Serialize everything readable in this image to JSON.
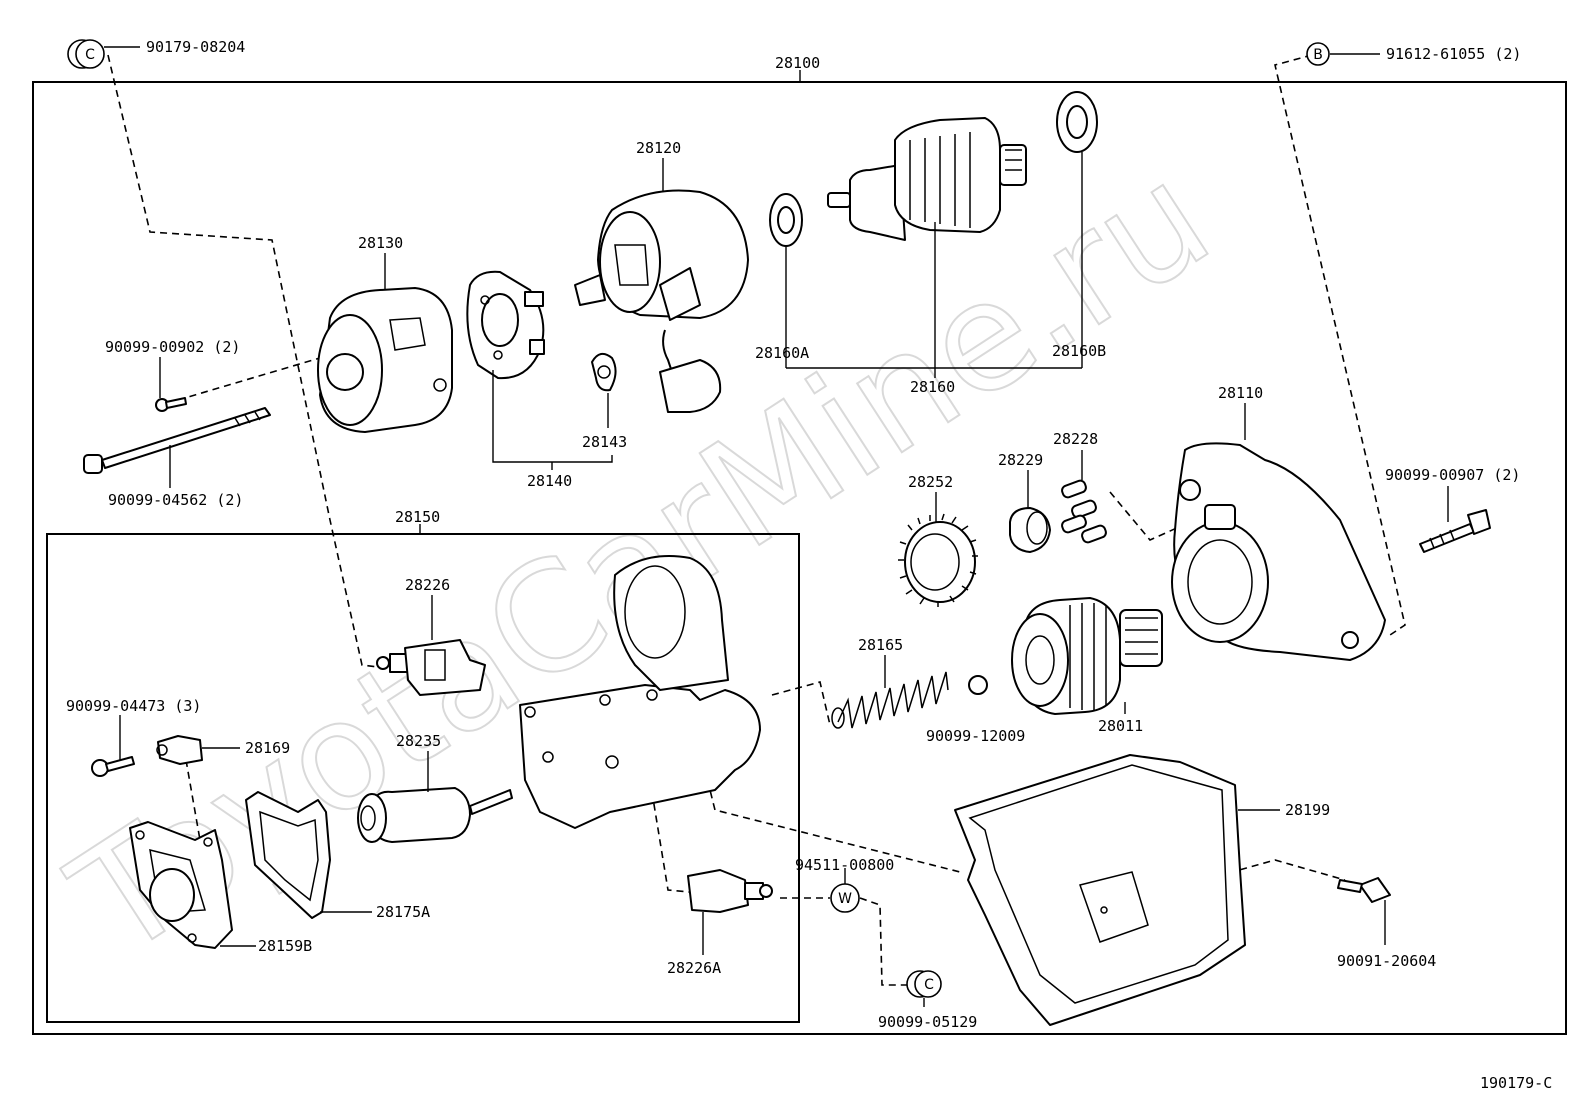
{
  "watermark": "ToyotaCarMine.ru",
  "drawing_id": "190179-C",
  "assembly": {
    "main": "28100",
    "sub": "28150"
  },
  "reference_letters": {
    "c_top": "C",
    "b_top": "B",
    "w_mid": "W",
    "c_bottom": "C"
  },
  "labels": {
    "p90179_08204": "90179-08204",
    "p91612_61055": "91612-61055 (2)",
    "p28120": "28120",
    "p28130": "28130",
    "p90099_00902": "90099-00902 (2)",
    "p90099_04562": "90099-04562 (2)",
    "p28143": "28143",
    "p28140": "28140",
    "p28160A": "28160A",
    "p28160": "28160",
    "p28160B": "28160B",
    "p28110": "28110",
    "p28228": "28228",
    "p28229": "28229",
    "p28252": "28252",
    "p90099_00907": "90099-00907 (2)",
    "p28226": "28226",
    "p28165": "28165",
    "p28011": "28011",
    "p90099_12009": "90099-12009",
    "p90099_04473": "90099-04473 (3)",
    "p28169": "28169",
    "p28235": "28235",
    "p28199": "28199",
    "p94511_00800": "94511-00800",
    "p28175A": "28175A",
    "p28159B": "28159B",
    "p28226A": "28226A",
    "p90091_20604": "90091-20604",
    "p90099_05129": "90099-05129"
  }
}
